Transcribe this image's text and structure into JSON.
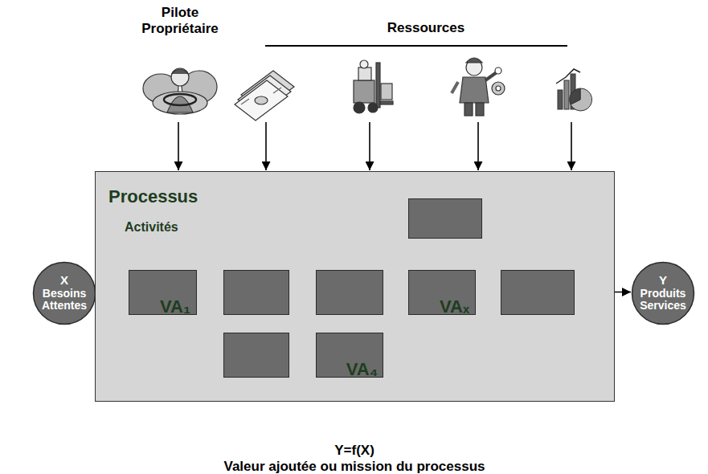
{
  "diagram": {
    "nodes": [
      {
        "text": [
          "X",
          "Besoins Attentes"
        ]
      },
      {
        "text": [
          "Processus",
          "Activités"
        ]
      },
      {
        "text": [
          "VA₁"
        ],
        "in": 1
      },
      {
        "text": [],
        "in": 1
      },
      {
        "text": [],
        "in": 1
      },
      {
        "text": [],
        "in": 1
      },
      {
        "text": [
          "VAₓ"
        ],
        "in": 1
      },
      {
        "text": [],
        "in": 1
      },
      {
        "text": [],
        "in": 1
      },
      {
        "text": [
          "VA₄"
        ],
        "in": 1
      },
      {
        "text": [
          "Y",
          "Produits Services"
        ]
      }
    ],
    "edges": [
      {
        "from": 0,
        "to": 2,
        "arrow": "to"
      },
      {
        "from": 2,
        "to": 3,
        "arrow": "to"
      },
      {
        "from": 3,
        "to": 4,
        "arrow": "to"
      },
      {
        "from": 4,
        "to": 5,
        "arrow": "to"
      },
      {
        "from": 4,
        "to": 6,
        "arrow": "to"
      },
      {
        "from": 5,
        "to": 7,
        "arrow": "to"
      },
      {
        "from": 6,
        "to": 7,
        "arrow": "to"
      },
      {
        "from": 2,
        "to": 8,
        "arrow": "to"
      },
      {
        "from": 8,
        "to": 9,
        "arrow": "to"
      },
      {
        "from": 9,
        "to": 7,
        "arrow": "to"
      },
      {
        "from": 7,
        "to": 10,
        "arrow": "to"
      }
    ],
    "labels": [
      "Pilote Propriétaire",
      "Ressources",
      "Y=f(X)",
      "Valeur ajoutée ou mission du processus"
    ]
  }
}
